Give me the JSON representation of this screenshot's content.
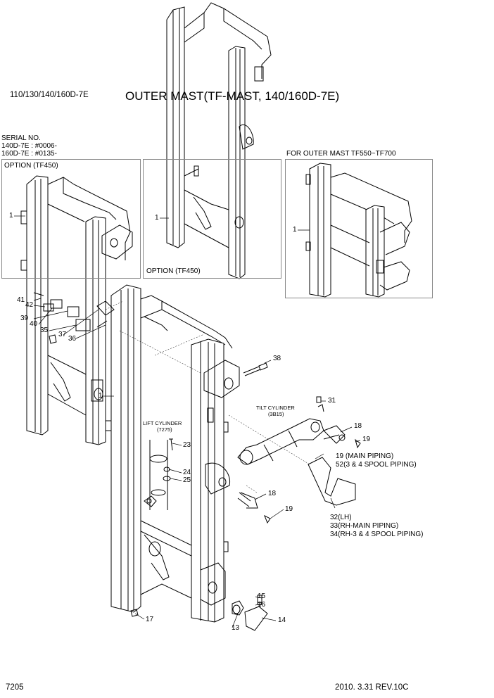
{
  "header": {
    "models": "110/130/140/160D-7E",
    "title": "OUTER MAST(TF-MAST, 140/160D-7E)"
  },
  "serial": {
    "heading": "SERIAL NO.",
    "line1": "140D-7E : #0006-",
    "line2": "160D-7E : #0135-"
  },
  "boxes": {
    "option_left": "OPTION (TF450)",
    "option_center": "OPTION (TF450)",
    "outer_mast_right": "FOR OUTER MAST TF550~TF700"
  },
  "labels": {
    "lift_cylinder": "LIFT CYLINDER",
    "lift_cylinder_code": "(7275)",
    "tilt_cylinder": "TILT CYLINDER",
    "tilt_cylinder_code": "(3B15)"
  },
  "callouts": [
    "1",
    "1",
    "1",
    "1",
    "41",
    "42",
    "39",
    "40",
    "35",
    "37",
    "36",
    "38",
    "31",
    "18",
    "19",
    "23",
    "24",
    "25",
    "18",
    "19",
    "15",
    "16",
    "14",
    "13",
    "17"
  ],
  "notes": {
    "n19": "19 (MAIN PIPING)",
    "n52": "52(3 & 4 SPOOL PIPING)",
    "n32": "32(LH)",
    "n33": "33(RH-MAIN PIPING)",
    "n34": "34(RH-3 & 4 SPOOL PIPING)"
  },
  "footer": {
    "page": "7205",
    "revision": "2010. 3.31  REV.10C"
  }
}
